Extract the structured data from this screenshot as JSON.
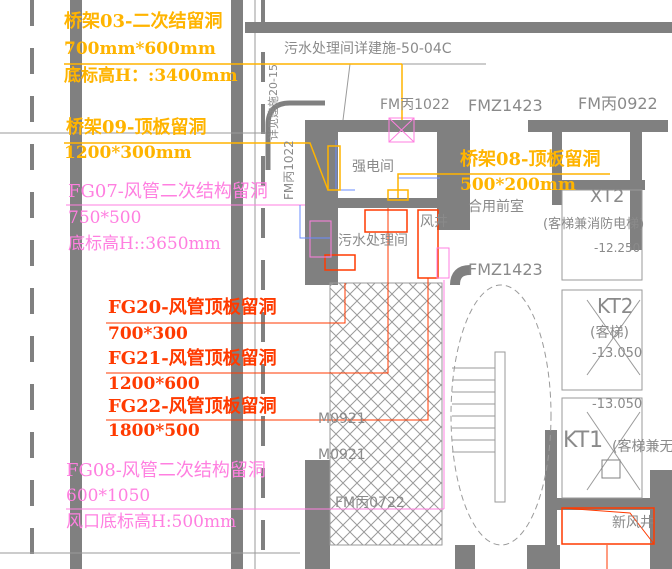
{
  "colors": {
    "bridge": "#ffb400",
    "duct_secondary": "#ff7fe0",
    "duct_roof": "#ff3a00",
    "wall": "#808080"
  },
  "annotations": {
    "qj03": {
      "title": "桥架03-二次结留洞",
      "size": "700mm*600mm",
      "elev": "底标高H：:3400mm"
    },
    "qj09": {
      "title": "桥架09-顶板留洞",
      "size": "1200*300mm"
    },
    "fg07": {
      "title": "FG07-风管二次结构留洞",
      "size": "750*500",
      "elev": "底标高H::3650mm"
    },
    "qj08": {
      "title": "桥架08-顶板留洞",
      "size": "500*200mm"
    },
    "fg20": {
      "title": "FG20-风管顶板留洞",
      "size": "700*300"
    },
    "fg21": {
      "title": "FG21-风管顶板留洞",
      "size": "1200*600"
    },
    "fg22": {
      "title": "FG22-风管顶板留洞",
      "size": "1800*500"
    },
    "fg08": {
      "title": "FG08-风管二次结构留洞",
      "size": "600*1050",
      "elev": "风口底标高H:500mm"
    }
  },
  "drawing_labels": {
    "ref_note": "污水处理间详建施-50-04C",
    "side_ref": "详见建施20-15",
    "door1": "FM丙1022",
    "door2": "FMZ1423",
    "door3": "FM丙0922",
    "door4": "FMZ1423",
    "door5": "FM丙1022",
    "door6": "M0921",
    "door7": "M0921",
    "door8": "FM丙0722",
    "room_elec": "强电间",
    "room_lobby": "合用前室",
    "room_sewage": "污水处理间",
    "room_shaft": "风井",
    "room_fresh": "新风井",
    "xt2": "XT2",
    "xt2_desc": "(客梯兼消防电梯)",
    "xt2_level": "-12.250",
    "kt2": "KT2",
    "kt2_desc": "(客梯)",
    "kt2_level": "-13.050",
    "kt1_level": "-13.050",
    "kt1": "KT1",
    "kt1_desc": "(客梯兼无障"
  }
}
